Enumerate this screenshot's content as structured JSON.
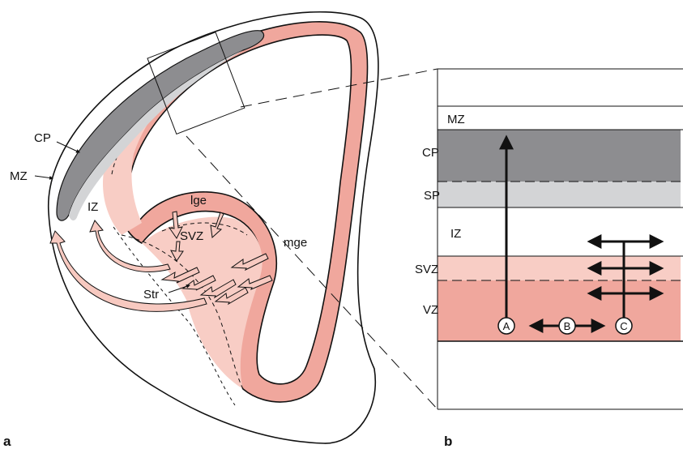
{
  "figure": {
    "panel_a": {
      "caption": "a",
      "labels": {
        "cp": "CP",
        "mz": "MZ",
        "iz": "IZ",
        "lge": "lge",
        "svz": "SVZ",
        "mge": "mge",
        "str": "Str"
      }
    },
    "panel_b": {
      "caption": "b",
      "layers": [
        "MZ",
        "CP",
        "SP",
        "IZ",
        "SVZ",
        "VZ"
      ],
      "markers": [
        "A",
        "B",
        "C"
      ]
    }
  },
  "colors": {
    "outline": "#111111",
    "cortical_plate": "#8d8d90",
    "subplate": "#d3d4d6",
    "ventricular_zone": "#f0a79d",
    "subventricular_zone": "#f8cdc5",
    "arrow_fill": "#f7c9c0"
  }
}
